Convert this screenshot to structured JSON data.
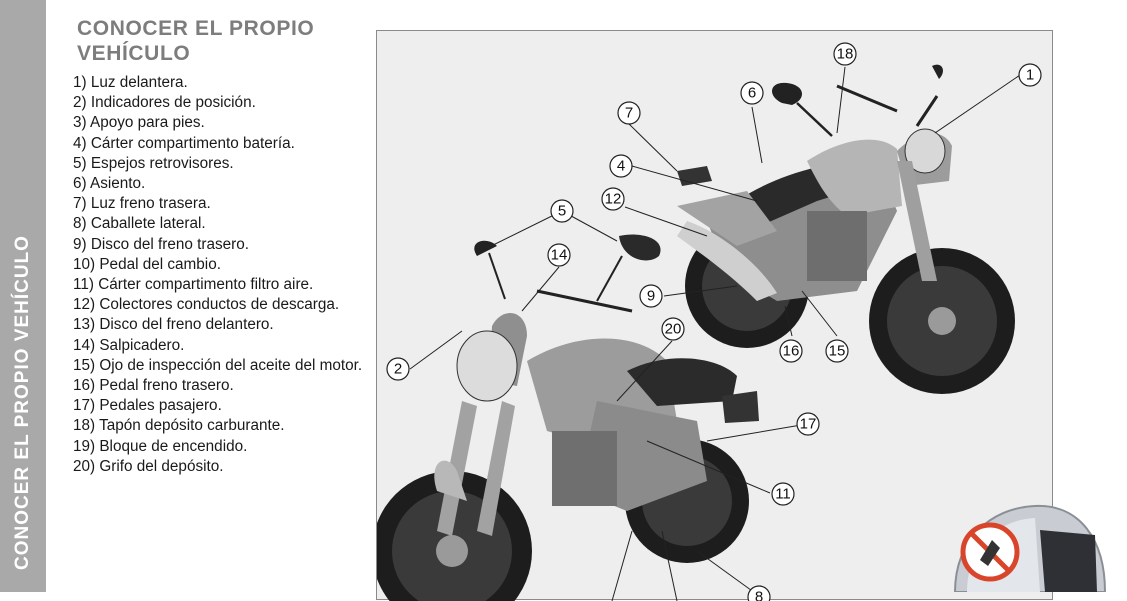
{
  "side_tab": {
    "text": "CONOCER EL PROPIO VEHÍCULO"
  },
  "title": {
    "line1": "CONOCER EL PROPIO",
    "line2": "VEHÍCULO"
  },
  "parts": [
    "1) Luz delantera.",
    "2) Indicadores de posición.",
    "3) Apoyo para pies.",
    "4) Cárter compartimento batería.",
    "5) Espejos retrovisores.",
    "6) Asiento.",
    "7) Luz freno trasera.",
    "8) Caballete lateral.",
    "9) Disco del freno trasero.",
    "10) Pedal del cambio.",
    "11) Cárter compartimento filtro aire.",
    "12) Colectores conductos de descarga.",
    "13) Disco del freno delantero.",
    "14) Salpicadero.",
    "15) Ojo de inspección del aceite del motor.",
    "16) Pedal freno trasero.",
    "17) Pedales pasajero.",
    "18) Tapón depósito carburante.",
    "19) Bloque de encendido.",
    "20) Grifo del depósito."
  ],
  "figure": {
    "callouts": [
      "1",
      "2",
      "4",
      "5",
      "6",
      "7",
      "9",
      "11",
      "12",
      "14",
      "15",
      "16",
      "17",
      "18",
      "20",
      "8"
    ]
  },
  "colors": {
    "side_tab": "#a9a9a9",
    "title": "#7d7d7d",
    "figure_bg": "#eeeeee",
    "badge_red": "#d9452b"
  },
  "icons": {
    "motorcycle_illustration": "motorcycle-illustration",
    "badge": "helmet-recommendation-badge"
  }
}
